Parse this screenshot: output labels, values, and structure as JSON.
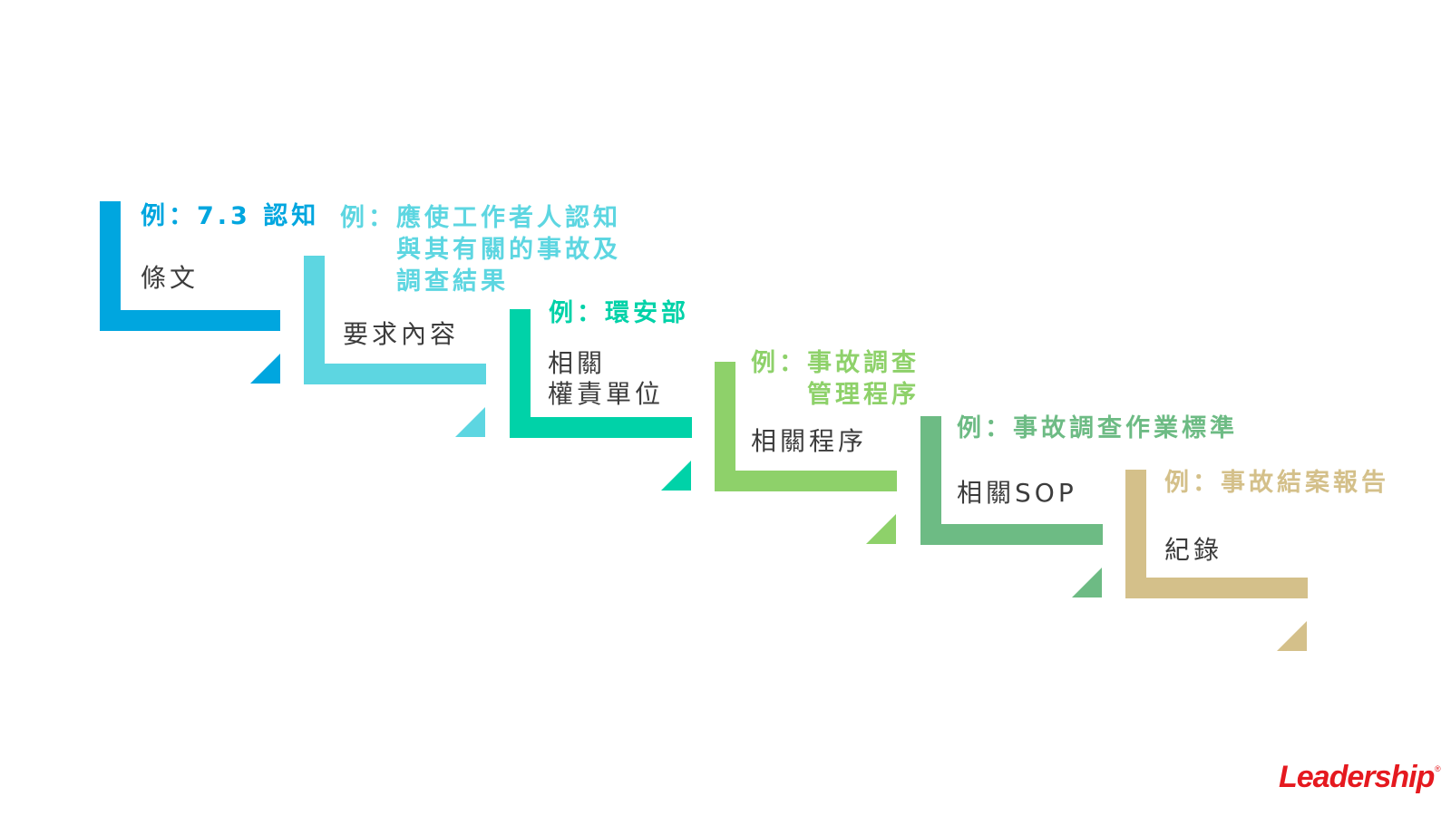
{
  "steps": [
    {
      "label": [
        "條文"
      ],
      "example_prefix": "例：",
      "example_lines": [
        "7.3 認知"
      ],
      "color": "#00a6df"
    },
    {
      "label": [
        "要求內容"
      ],
      "example_prefix": "例：",
      "example_lines": [
        "應使工作者人認知",
        "與其有關的事故及",
        "調查結果"
      ],
      "color": "#5dd6e1"
    },
    {
      "label": [
        "相關",
        "權責單位"
      ],
      "example_prefix": "例：",
      "example_lines": [
        "環安部"
      ],
      "color": "#00d2a8"
    },
    {
      "label": [
        "相關程序"
      ],
      "example_prefix": "例：",
      "example_lines": [
        "事故調查",
        "管理程序"
      ],
      "color": "#8ed16a"
    },
    {
      "label": [
        "相關SOP"
      ],
      "example_prefix": "例：",
      "example_lines": [
        "事故調查作業標準"
      ],
      "color": "#6dbb84"
    },
    {
      "label": [
        "紀錄"
      ],
      "example_prefix": "例：",
      "example_lines": [
        "事故結案報告"
      ],
      "color": "#d4c08a"
    }
  ],
  "logo": {
    "text": "Leadership",
    "mark": "®",
    "color": "#e5191f"
  }
}
